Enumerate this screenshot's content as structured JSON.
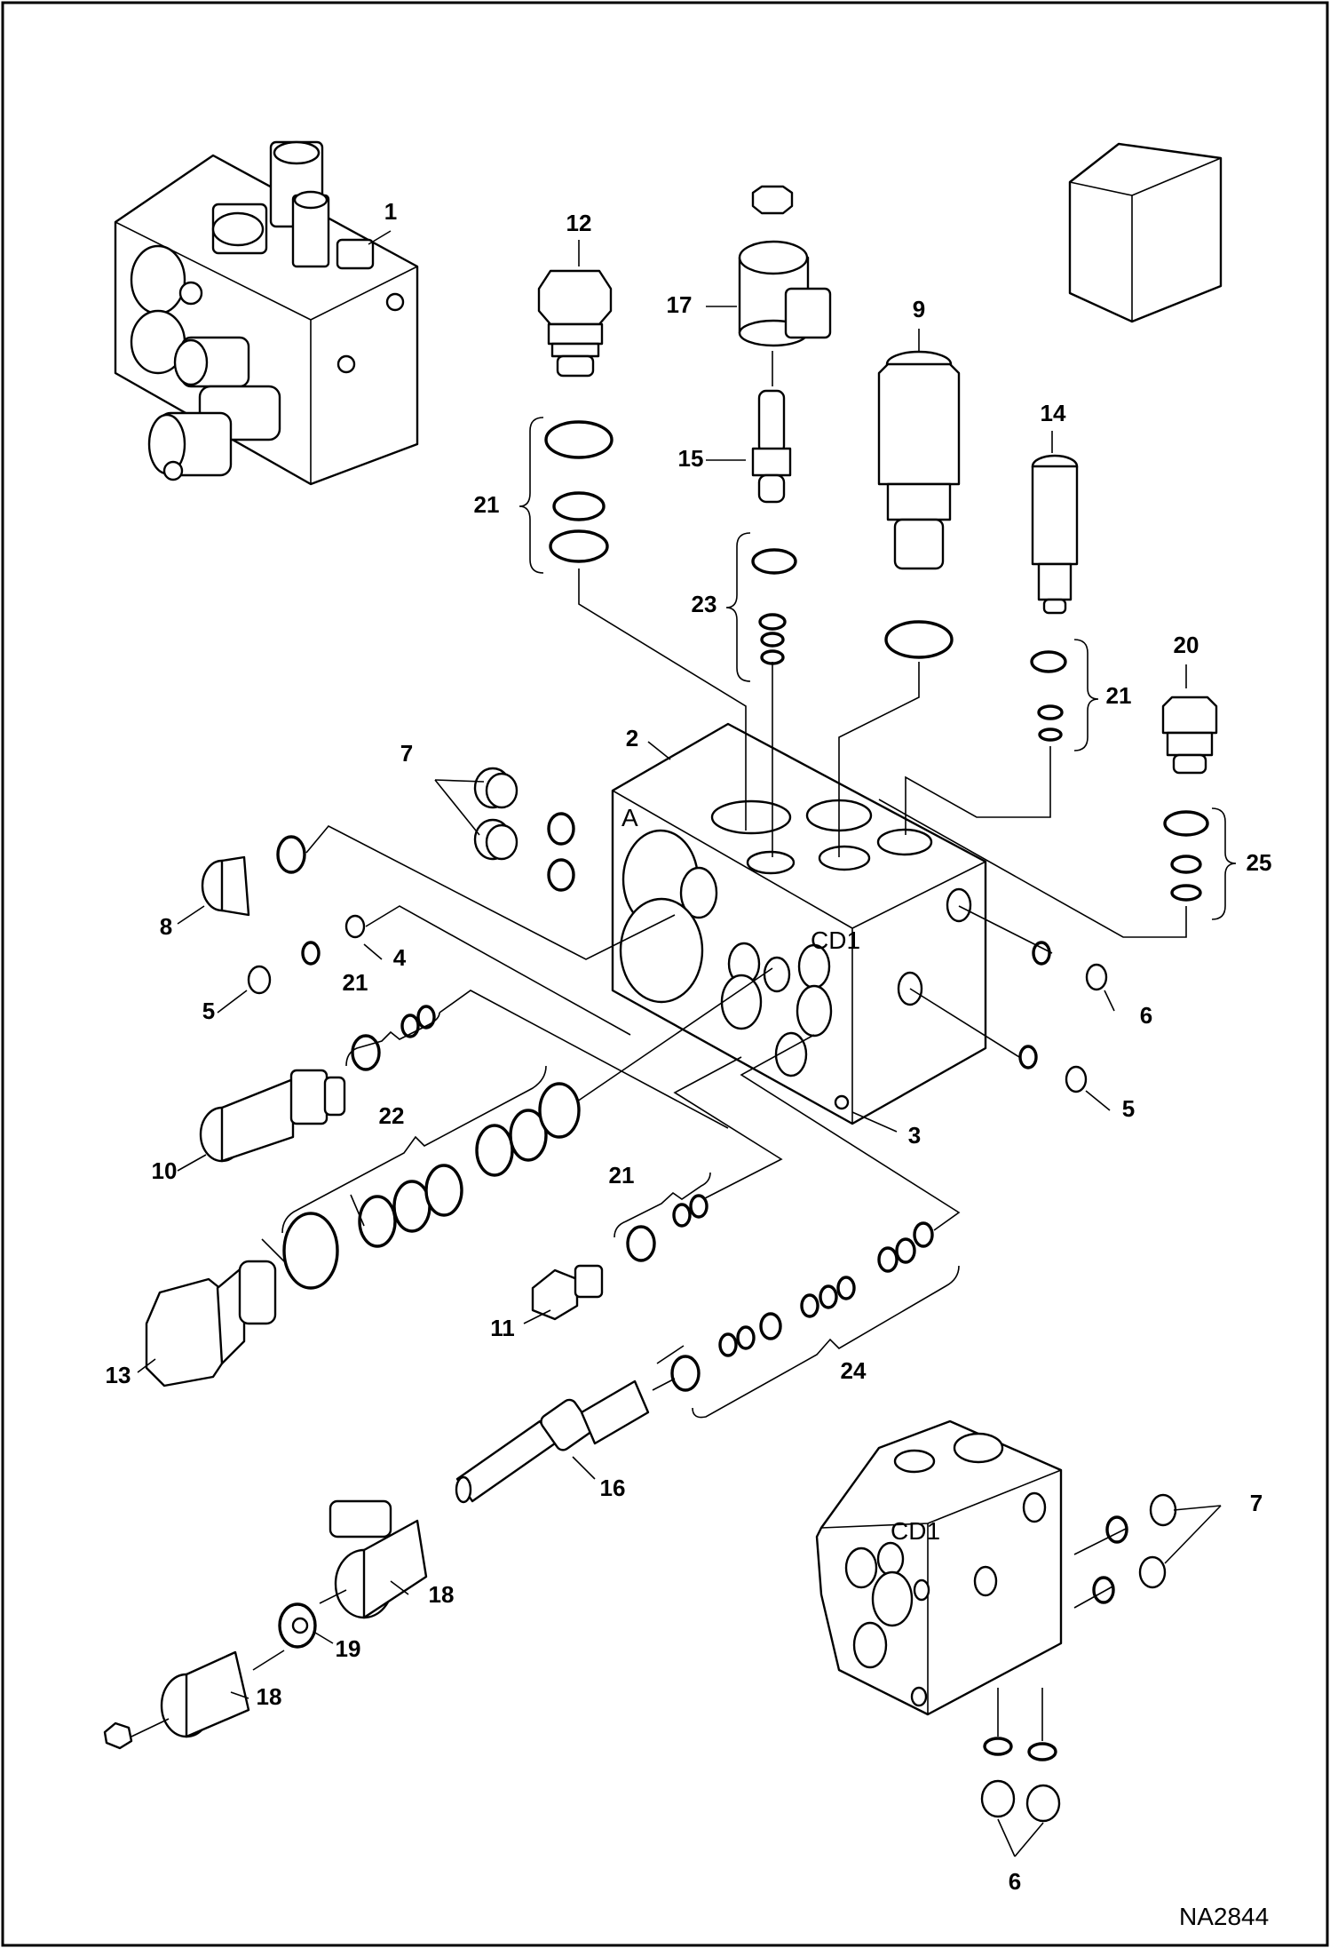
{
  "diagram": {
    "drawing_number": "NA2844",
    "callouts": [
      "1",
      "2",
      "3",
      "4",
      "5",
      "5",
      "6",
      "6",
      "7",
      "7",
      "8",
      "9",
      "10",
      "11",
      "12",
      "13",
      "14",
      "15",
      "16",
      "17",
      "18",
      "18",
      "19",
      "20",
      "21",
      "21",
      "21",
      "21",
      "22",
      "23",
      "24",
      "25"
    ]
  }
}
